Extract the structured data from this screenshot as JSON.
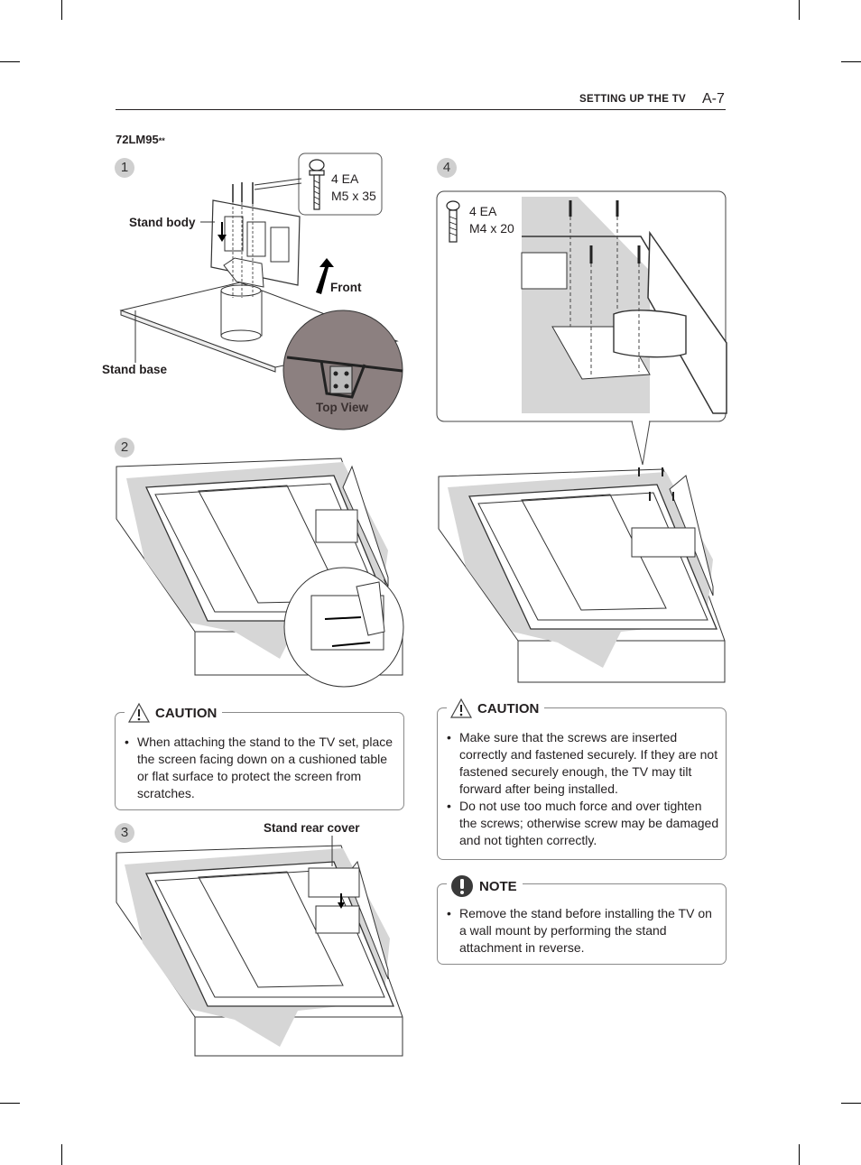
{
  "header": {
    "section": "SETTING UP THE TV",
    "page": "A-7"
  },
  "model": {
    "name": "72LM95",
    "suffix": "**"
  },
  "steps": {
    "s1": {
      "num": "1",
      "qty": "4 EA",
      "spec": "M5 x 35",
      "stand_body": "Stand body",
      "front": "Front",
      "stand_base": "Stand base",
      "top_view": "Top View"
    },
    "s2": {
      "num": "2"
    },
    "s3": {
      "num": "3",
      "rear_cover": "Stand rear cover"
    },
    "s4": {
      "num": "4",
      "qty": "4 EA",
      "spec": "M4 x 20"
    }
  },
  "caution_left": {
    "title": "CAUTION",
    "items": [
      "When attaching the stand to the TV set, place the screen facing down on a cushioned table or flat surface to protect the screen from scratches."
    ]
  },
  "caution_right": {
    "title": "CAUTION",
    "items": [
      "Make sure that the screws are inserted correctly and fastened securely. If they are not fastened securely enough, the TV may tilt forward after being installed.",
      "Do not use too much force and over tighten the screws; otherwise screw may be damaged and not tighten correctly."
    ]
  },
  "note": {
    "title": "NOTE",
    "items": [
      "Remove the stand before installing the TV on a wall mount by performing the stand attachment in reverse."
    ]
  }
}
